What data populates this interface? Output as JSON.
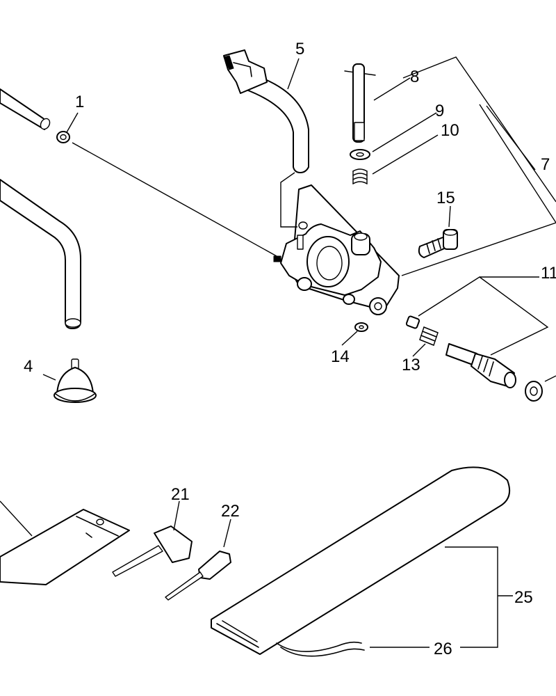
{
  "callouts": {
    "c1": "1",
    "c4": "4",
    "c5": "5",
    "c7": "7",
    "c8": "8",
    "c9": "9",
    "c10": "10",
    "c11": "11",
    "c13": "13",
    "c14": "14",
    "c15": "15",
    "c21": "21",
    "c22": "22",
    "c25": "25",
    "c26": "26"
  }
}
